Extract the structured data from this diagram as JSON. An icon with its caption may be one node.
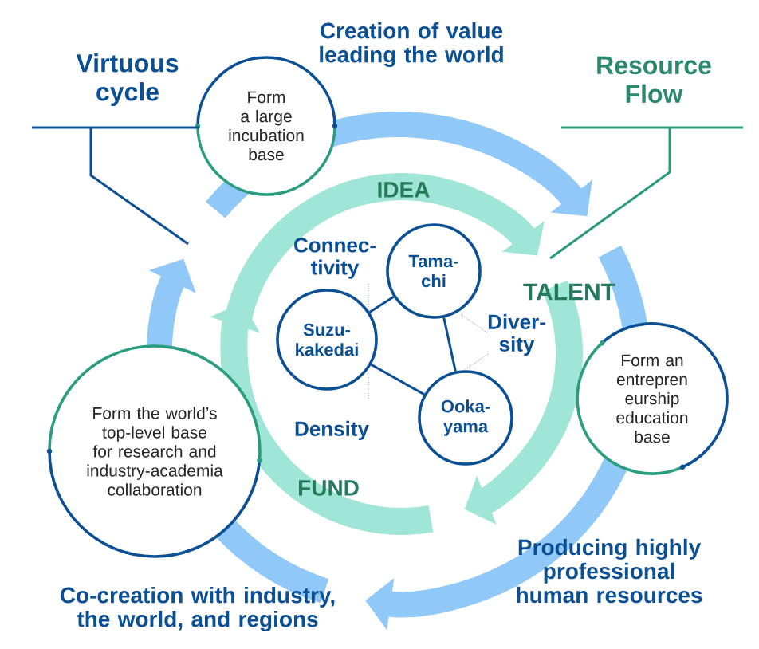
{
  "diagram": {
    "nodes": [
      {
        "text": [
          "Form a large incubation base"
        ]
      },
      {
        "text": [
          "Form an entrepren eurship education base"
        ]
      },
      {
        "text": [
          "Form the world’s top-level base for research and industry-academia collaboration"
        ]
      },
      {
        "text": [
          "Tama- chi"
        ]
      },
      {
        "text": [
          "Suzu- kakedai"
        ]
      },
      {
        "text": [
          "Ooka- yama"
        ]
      },
      {
        "text": [
          "Virtuous cycle"
        ]
      },
      {
        "text": [
          "Resource Flow"
        ]
      }
    ],
    "edges": [
      {
        "from": 3,
        "to": 4,
        "arrow": "none",
        "label": "Connec- tivity"
      },
      {
        "from": 3,
        "to": 5,
        "arrow": "none",
        "label": "Diver- sity"
      },
      {
        "from": 4,
        "to": 5,
        "arrow": "none",
        "label": "Density"
      },
      {
        "from": 6,
        "to": null,
        "arrow": "none"
      },
      {
        "from": 7,
        "to": null,
        "arrow": "none",
        "color": "#2a9a7a"
      }
    ],
    "labels": [
      "Creation of value leading the world",
      "IDEA",
      "TALENT",
      "FUND",
      "Producing highly professional human resources",
      "Co-creation with industry, the world, and regions"
    ]
  }
}
